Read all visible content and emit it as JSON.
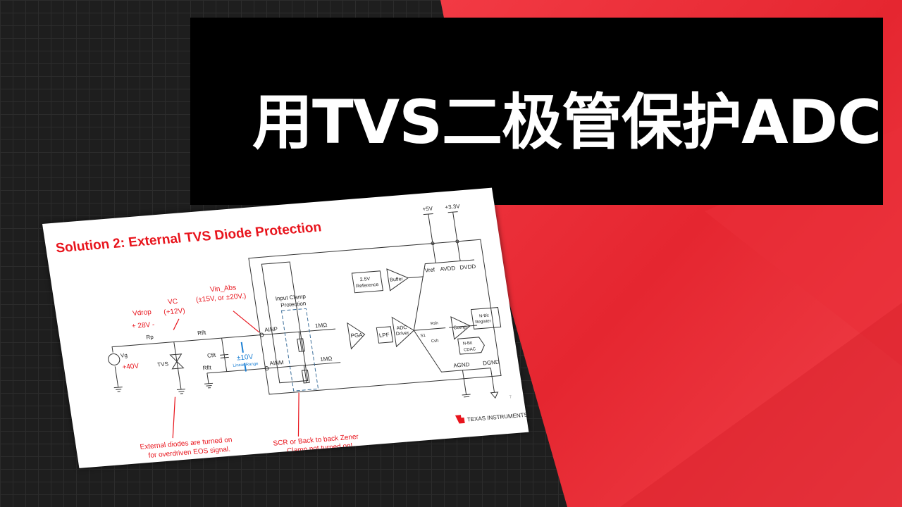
{
  "title": "用TVS二极管保护ADC",
  "colors": {
    "accent_red": "#e8141c",
    "title_bg": "#000000",
    "text_blue": "#1a7fd4"
  },
  "slide": {
    "heading": "Solution 2: External TVS Diode Protection",
    "page_number": "7",
    "logo_text": "Texas Instruments",
    "labels": {
      "vdrop": "Vdrop",
      "vdrop_value": "+ 28V -",
      "vc": "VC",
      "vc_value": "(+12V)",
      "vin_abs": "Vin_Abs",
      "vin_abs_value": "(±15V, or ±20V.)",
      "rp": "Rp",
      "vg": "Vg",
      "vg_value": "+40V",
      "tvs": "TVS",
      "rflt_top": "Rflt",
      "rflt_bottom": "Rflt",
      "cflt": "Cflt",
      "linear_value": "±10V",
      "linear_range": "Linear Range",
      "ainp": "AINP",
      "ainm": "AINM",
      "input_clamp": "Input Clamp",
      "protection": "Protection",
      "r1m_top": "1MΩ",
      "r1m_bottom": "1MΩ",
      "pga": "PGA",
      "lpf": "LPF",
      "adc_driver_1": "ADC",
      "adc_driver_2": "Driver",
      "reference_1": "2.5V",
      "reference_2": "Reference",
      "buffer": "Buffer",
      "vref": "Vref",
      "avdd": "AVDD",
      "dvdd": "DVDD",
      "plus5v": "+5V",
      "plus33v": "+3.3V",
      "rsh": "Rsh",
      "csh": "Csh",
      "s1": "S1",
      "comp": "Comp",
      "nbit_reg_1": "N-Bit",
      "nbit_reg_2": "Register",
      "nbit_cdac_1": "N-Bit",
      "nbit_cdac_2": "CDAC",
      "agnd": "AGND",
      "dgnd": "DGND"
    },
    "notes": {
      "external_1": "External diodes are turned on",
      "external_2": "for overdriven EOS signal.",
      "scr_1": "SCR or Back to back Zener",
      "scr_2": "Clamp not turned on!"
    }
  }
}
